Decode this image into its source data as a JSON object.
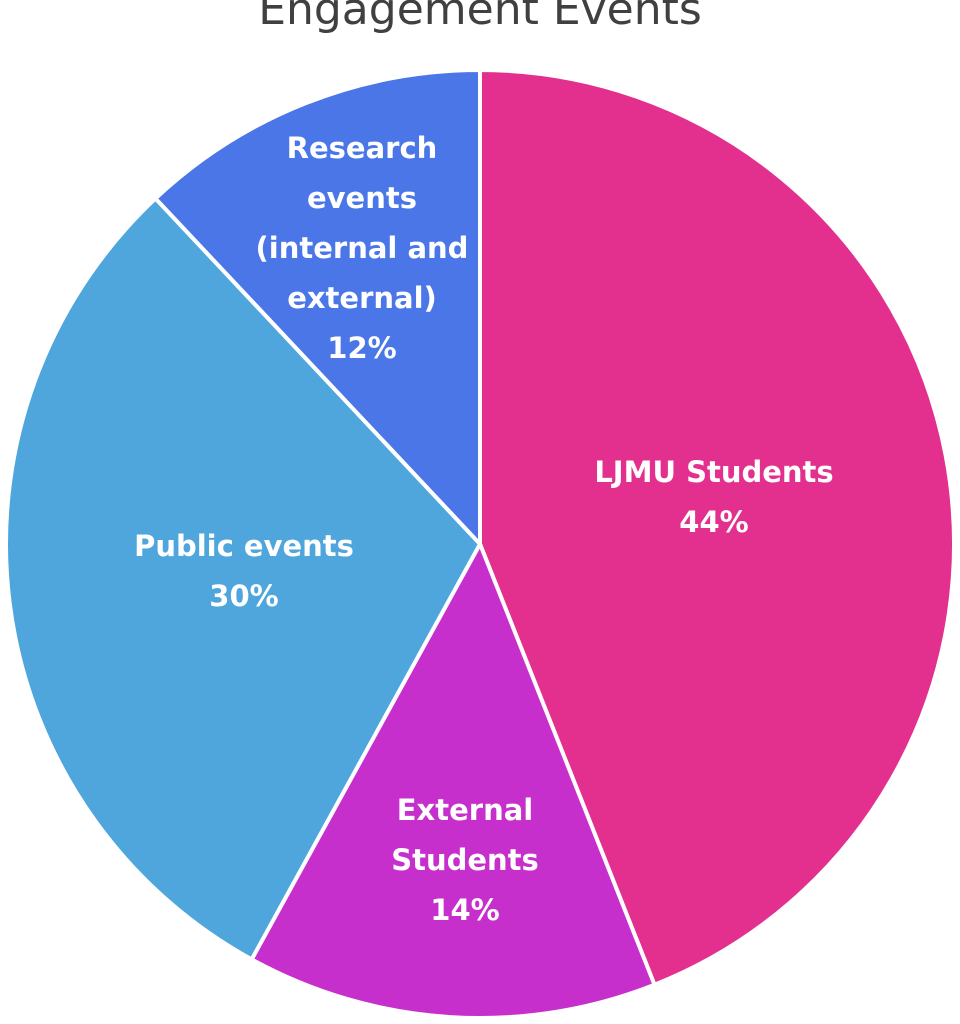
{
  "chart_data": {
    "type": "pie",
    "title": "Engagement Events",
    "slices": [
      {
        "label_lines": [
          "LJMU Students"
        ],
        "percent_label": "44%",
        "value": 44,
        "color": "#E3308E"
      },
      {
        "label_lines": [
          "External",
          "Students"
        ],
        "percent_label": "14%",
        "value": 14,
        "color": "#C72FCC"
      },
      {
        "label_lines": [
          "Public events"
        ],
        "percent_label": "30%",
        "value": 30,
        "color": "#4FA6DC"
      },
      {
        "label_lines": [
          "Research",
          "events",
          "(internal and",
          "external)"
        ],
        "percent_label": "12%",
        "value": 12,
        "color": "#4A76E8"
      }
    ],
    "start_angle": "12 o'clock",
    "direction": "clockwise",
    "legend": "none"
  }
}
